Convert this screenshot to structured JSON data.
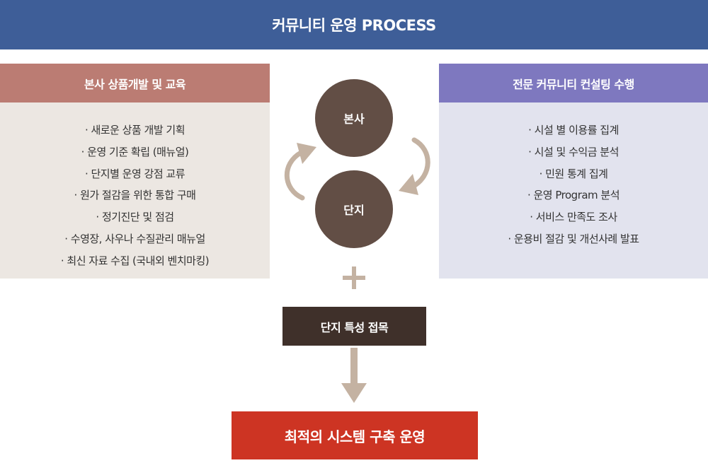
{
  "header": {
    "title": "커뮤니티 운영 PROCESS"
  },
  "left_panel": {
    "title": "본사 상품개발 및 교육",
    "items": [
      "· 새로운 상품 개발 기획",
      "· 운영 기준 확립 (매뉴얼)",
      "· 단지별 운영 강점 교류",
      "· 원가 절감을 위한 통합 구매",
      "· 정기진단 및 점검",
      "· 수영장, 사우나 수질관리 매뉴얼",
      "· 최신 자료 수집 (국내외 벤치마킹)"
    ]
  },
  "right_panel": {
    "title": "전문 커뮤니티 컨설팅 수행",
    "items": [
      "· 시설 별 이용률 집계",
      "· 시설 및 수익금 분석",
      "· 민원 통계 집계",
      "· 운영 Program 분석",
      "· 서비스 만족도 조사",
      "· 운용비 절감 및 개선사례 발표"
    ]
  },
  "cycle": {
    "top": "본사",
    "bottom": "단지"
  },
  "feature_box": "단지 특성 접목",
  "result_box": "최적의 시스템 구축 운영",
  "colors": {
    "header": "#3e5e98",
    "left_head": "#bb7c73",
    "left_body": "#ece7e2",
    "right_head": "#7e78bf",
    "right_body": "#e2e3ee",
    "circle": "#624e45",
    "arrow": "#c4b2a2",
    "feature_box": "#3f302a",
    "result_box": "#cd3423"
  },
  "icons": [
    "curved-arrow-up-icon",
    "curved-arrow-down-icon",
    "plus-icon",
    "arrow-down-icon"
  ]
}
